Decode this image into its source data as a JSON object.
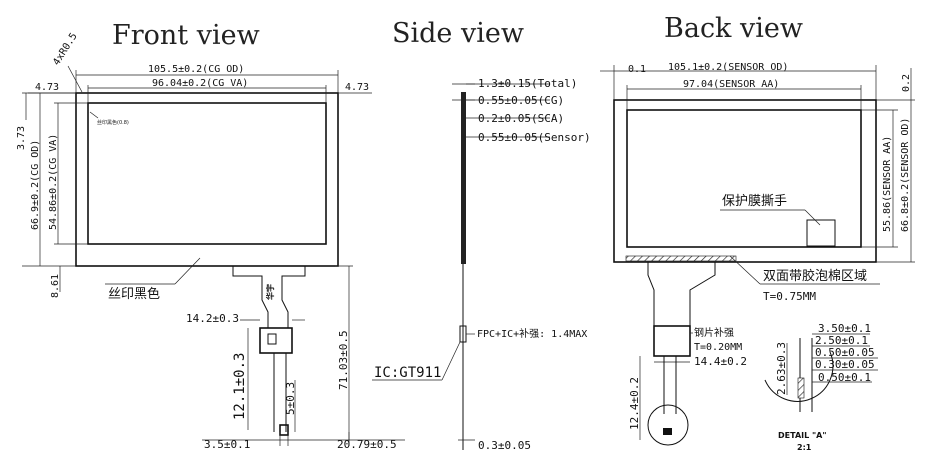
{
  "titles": {
    "front": "Front view",
    "side": "Side view",
    "back": "Back view"
  },
  "front": {
    "corner": "4xR0.5",
    "cg_od": "105.5±0.2(CG OD)",
    "cg_va": "96.04±0.2(CG VA)",
    "left_margin": "4.73",
    "right_margin": "4.73",
    "top_margin": "3.73",
    "height_od": "66.9±0.2(CG OD)",
    "height_va": "54.86±0.2(CG VA)",
    "bottom_margin": "8.61",
    "silk_label": "丝印黑色",
    "tiny_note": "丝印黑色(0.8)",
    "fpc_width": "14.2±0.3",
    "conn_len": "12.1±0.3",
    "conn_small": "5±0.3",
    "tail_len": "71.03±0.5",
    "tail_w": "3.5±0.1",
    "tail_offset": "20.79±0.5",
    "fpc_brand": "华宇"
  },
  "side": {
    "total": "1.3±0.15(Total)",
    "cg": "0.55±0.05(CG)",
    "sca": "0.2±0.05(SCA)",
    "sensor": "0.55±0.05(Sensor)",
    "fpc": "FPC+IC+补强: 1.4MAX",
    "ic": "IC:GT911",
    "fpc_thick": "0.3±0.05"
  },
  "back": {
    "edge_left": "0.1",
    "sensor_od": "105.1±0.2(SENSOR OD)",
    "sensor_aa": "97.04(SENSOR AA)",
    "edge_right": "0.2",
    "height_aa": "55.86(SENSOR AA)",
    "height_od": "66.8±0.2(SENSOR OD)",
    "tab_label": "保护膜撕手",
    "foam_label": "双面带胶泡棉区域",
    "foam_t": "T=0.75MM",
    "steel_label": "钢片补强",
    "steel_t": "T=0.20MM",
    "steel_w": "14.4±0.2",
    "tail_len": "12.4±0.2",
    "detail_h": "2.63±0.3",
    "d1": "3.50±0.1",
    "d2": "2.50±0.1",
    "d3": "0.50±0.05",
    "d4": "0.30±0.05",
    "d5": "0.50±0.1",
    "detail_title": "DETAIL \"A\"",
    "detail_scale": "2:1"
  }
}
